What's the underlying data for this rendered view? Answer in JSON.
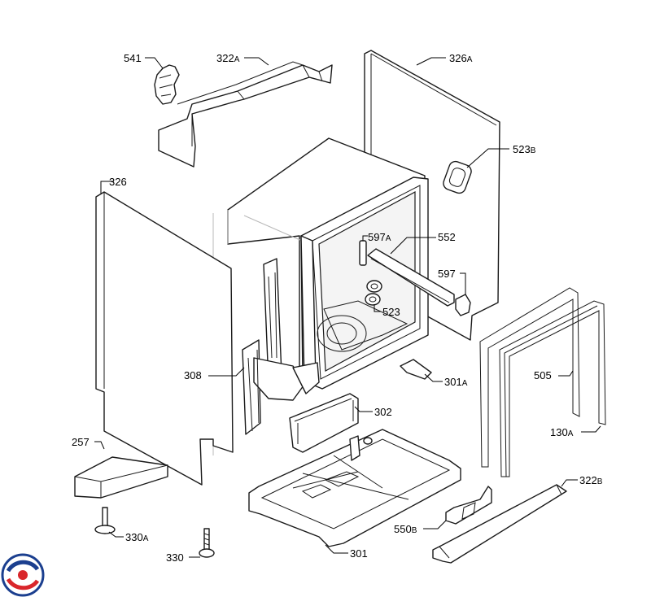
{
  "callouts": {
    "c541": {
      "num": "541",
      "suffix": ""
    },
    "c322a": {
      "num": "322",
      "suffix": "A"
    },
    "c326a": {
      "num": "326",
      "suffix": "A"
    },
    "c523b": {
      "num": "523",
      "suffix": "B"
    },
    "c326": {
      "num": "326",
      "suffix": ""
    },
    "c597a": {
      "num": "597",
      "suffix": "A"
    },
    "c552": {
      "num": "552",
      "suffix": ""
    },
    "c597": {
      "num": "597",
      "suffix": ""
    },
    "c523": {
      "num": "523",
      "suffix": ""
    },
    "c505": {
      "num": "505",
      "suffix": ""
    },
    "c308": {
      "num": "308",
      "suffix": ""
    },
    "c301a": {
      "num": "301",
      "suffix": "A"
    },
    "c302": {
      "num": "302",
      "suffix": ""
    },
    "c130a": {
      "num": "130",
      "suffix": "A"
    },
    "c257": {
      "num": "257",
      "suffix": ""
    },
    "c322b": {
      "num": "322",
      "suffix": "B"
    },
    "c550b": {
      "num": "550",
      "suffix": "B"
    },
    "c330a": {
      "num": "330",
      "suffix": "A"
    },
    "c330": {
      "num": "330",
      "suffix": ""
    },
    "c301": {
      "num": "301",
      "suffix": ""
    }
  },
  "logo": {
    "colors": [
      "#1b3f8f",
      "#d9262b"
    ]
  }
}
